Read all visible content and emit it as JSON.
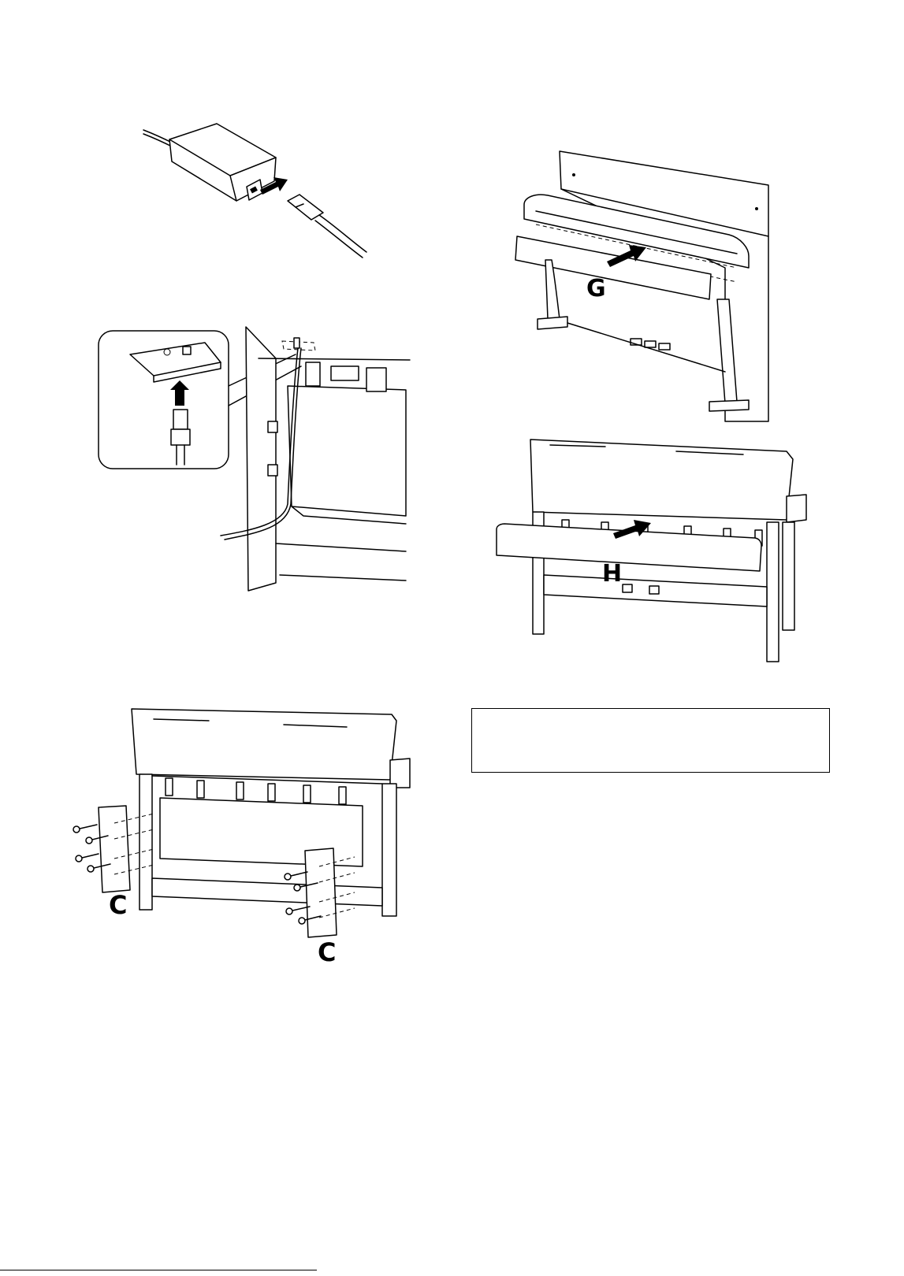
{
  "figures": {
    "adaptor": {
      "labels": []
    },
    "dc_jack": {
      "labels": []
    },
    "side_panels": {
      "labels": [
        "C",
        "C"
      ]
    },
    "front_board": {
      "labels": [
        "G"
      ]
    },
    "back_board": {
      "labels": [
        "H"
      ]
    }
  },
  "note_box": {
    "text": ""
  },
  "footer": {
    "fragment": ""
  },
  "icons": [
    "arrow-icon",
    "screw-icon"
  ]
}
